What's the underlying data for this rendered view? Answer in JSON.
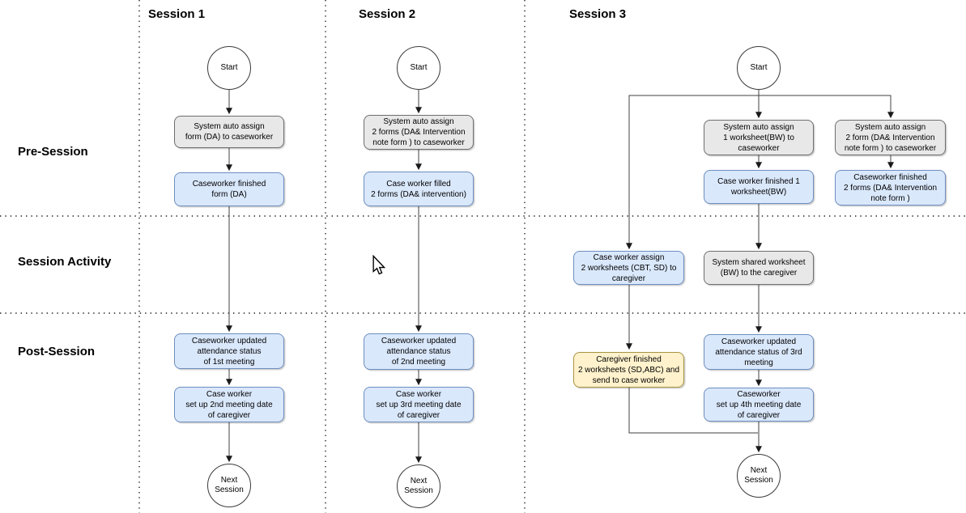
{
  "columns": [
    {
      "title": "Session 1"
    },
    {
      "title": "Session 2"
    },
    {
      "title": "Session 3"
    }
  ],
  "rows": [
    {
      "title": "Pre-Session"
    },
    {
      "title": "Session Activity"
    },
    {
      "title": "Post-Session"
    }
  ],
  "terminals": {
    "start": "Start",
    "next": "Next\nSession"
  },
  "session1": {
    "auto_assign": "System auto assign\nform (DA) to caseworker",
    "finished": "Caseworker finished\nform (DA)",
    "attendance": "Caseworker updated\nattendance status\nof 1st meeting",
    "setup": "Case worker\nset up 2nd meeting date\nof caregiver"
  },
  "session2": {
    "auto_assign": "System auto assign\n2 forms (DA& Intervention\nnote form ) to caseworker",
    "filled": "Case worker filled\n2 forms (DA& intervention)",
    "attendance": "Caseworker updated\nattendance status\nof 2nd meeting",
    "setup": "Case worker\nset up 3rd meeting date\nof caregiver"
  },
  "session3": {
    "auto_assign_bw": "System auto assign\n1 worksheet(BW) to\ncaseworker",
    "finished_bw": "Case worker finished 1\nworksheet(BW)",
    "auto_assign_da": "System auto assign\n2 form (DA& Intervention\nnote form ) to caseworker",
    "finished_da": "Caseworker finished\n2 forms (DA& Intervention\nnote form )",
    "assign_caregiver": "Case worker assign\n2 worksheets (CBT, SD) to\ncaregiver",
    "shared_bw": "System shared worksheet\n(BW) to the caregiver",
    "caregiver_finished": "Caregiver finished\n2 worksheets (SD,ABC) and\nsend to case worker",
    "attendance": "Caseworker updated\nattendance status of 3rd\nmeeting",
    "setup": "Caseworker\nset up 4th meeting date\nof caregiver"
  },
  "colors": {
    "process_gray_fill": "#e8e8e8",
    "process_blue_fill": "#dae8fc",
    "process_yellow_fill": "#fff2cc",
    "blue_border": "#6c8ebf",
    "connector": "#424242"
  }
}
